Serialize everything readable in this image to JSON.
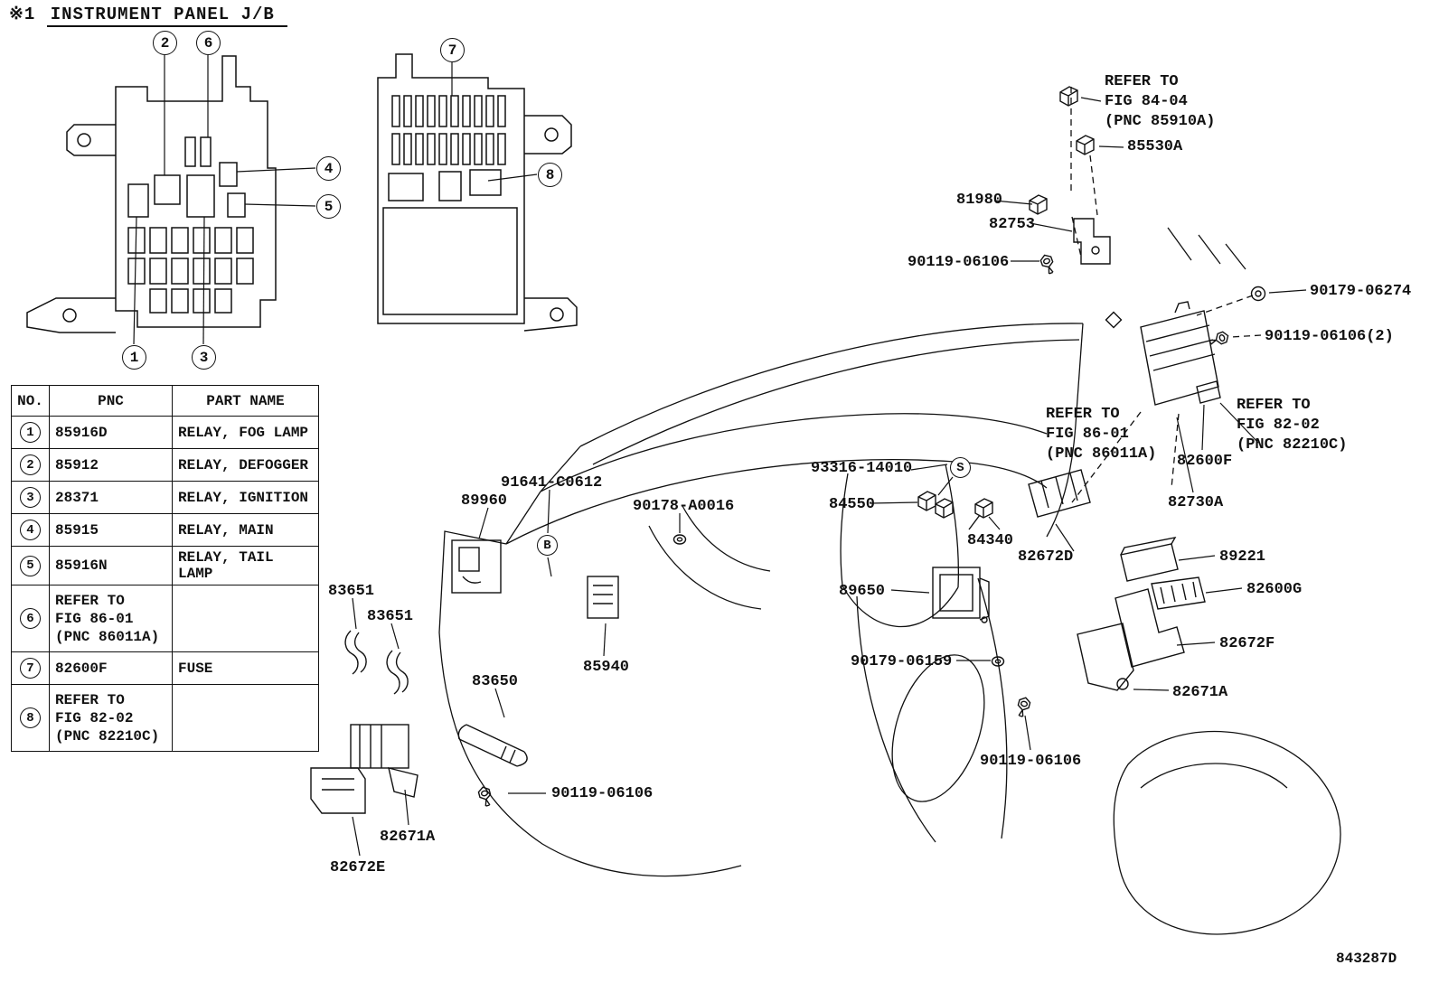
{
  "header": {
    "prefix": "※1",
    "title": "INSTRUMENT PANEL J/B"
  },
  "doc_code": "843287D",
  "table": {
    "headers": [
      "NO.",
      "PNC",
      "PART NAME"
    ],
    "rows": [
      {
        "no": "1",
        "pnc": "85916D",
        "name": "RELAY, FOG LAMP"
      },
      {
        "no": "2",
        "pnc": "85912",
        "name": "RELAY, DEFOGGER"
      },
      {
        "no": "3",
        "pnc": "28371",
        "name": "RELAY, IGNITION"
      },
      {
        "no": "4",
        "pnc": "85915",
        "name": "RELAY, MAIN"
      },
      {
        "no": "5",
        "pnc": "85916N",
        "name": "RELAY, TAIL LAMP"
      },
      {
        "no": "6",
        "pnc": "REFER TO\nFIG 86-01\n(PNC 86011A)",
        "name": ""
      },
      {
        "no": "7",
        "pnc": "82600F",
        "name": "FUSE"
      },
      {
        "no": "8",
        "pnc": "REFER TO\nFIG 82-02\n(PNC 82210C)",
        "name": ""
      }
    ]
  },
  "callouts": {
    "c1": "1",
    "c2": "2",
    "c3": "3",
    "c4": "4",
    "c5": "5",
    "c6": "6",
    "c7": "7",
    "c8": "8",
    "s": "S",
    "b": "B"
  },
  "labels": {
    "refer_fig_84_04": "REFER TO\nFIG 84-04\n(PNC 85910A)",
    "p85530a": "85530A",
    "p81980": "81980",
    "p82753": "82753",
    "p90119_06106_top": "90119-06106",
    "p90179_06274": "90179-06274",
    "p90119_06106_x2": "90119-06106(2)",
    "refer_fig_86_01": "REFER TO\nFIG 86-01\n(PNC 86011A)",
    "refer_fig_82_02": "REFER TO\nFIG 82-02\n(PNC 82210C)",
    "p82600f": "82600F",
    "p82730a": "82730A",
    "p93316_14010": "93316-14010",
    "p84550": "84550",
    "p84340": "84340",
    "p82672d": "82672D",
    "p89221": "89221",
    "p82600g": "82600G",
    "p89650": "89650",
    "p82672f": "82672F",
    "p90179_06159": "90179-06159",
    "p82671a_right": "82671A",
    "p90119_06106_mid": "90119-06106",
    "p91641_c0612": "91641-C0612",
    "p89960": "89960",
    "p90178_a0016": "90178-A0016",
    "p83651_upper": "83651",
    "p83651_lower": "83651",
    "p85940": "85940",
    "p83650": "83650",
    "p90119_06106_left": "90119-06106",
    "p82671a_left": "82671A",
    "p82672e": "82672E"
  }
}
